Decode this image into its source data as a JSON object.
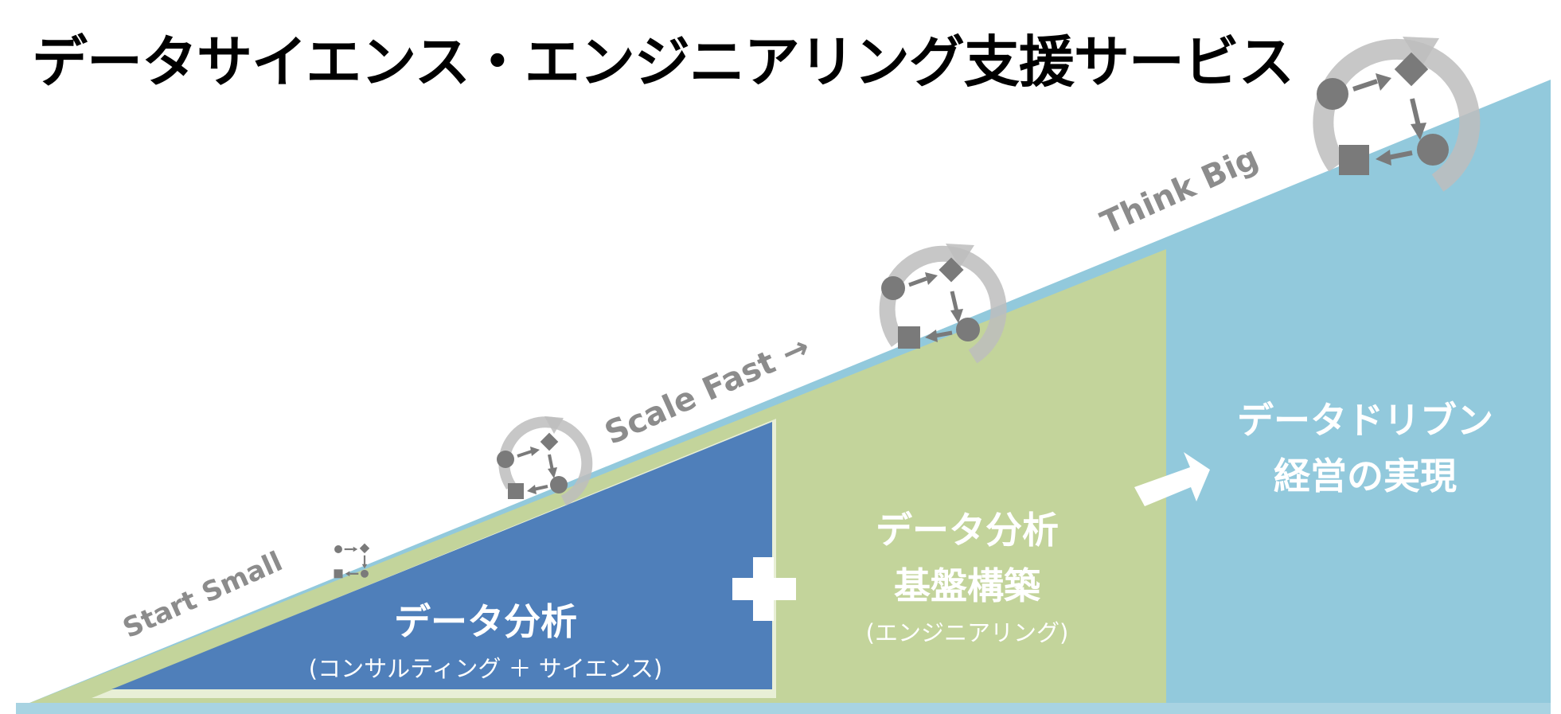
{
  "title": "データサイエンス・エンジニアリング支援サービス",
  "slope_labels": {
    "start_small": "Start Small",
    "scale_fast": "Scale Fast →",
    "think_big": "Think Big"
  },
  "stages": {
    "analysis": {
      "title": "データ分析",
      "subtitle": "(コンサルティング ＋ サイエンス)"
    },
    "platform": {
      "title_line1": "データ分析",
      "title_line2": "基盤構築",
      "subtitle": "(エンジニアリング)"
    },
    "goal": {
      "title_line1": "データドリブン",
      "title_line2": "経営の実現"
    }
  },
  "colors": {
    "analysis_fill": "#4f7fba",
    "platform_fill": "#c3d49b",
    "goal_fill": "#92c9dc",
    "slope_text": "#8c8c8c",
    "cycle_ring": "#bdbdbd",
    "cycle_shapes": "#7a7a7a"
  },
  "icons": {
    "plus": "plus-icon",
    "arrow": "right-arrow-icon",
    "cycle": "process-cycle-icon"
  }
}
